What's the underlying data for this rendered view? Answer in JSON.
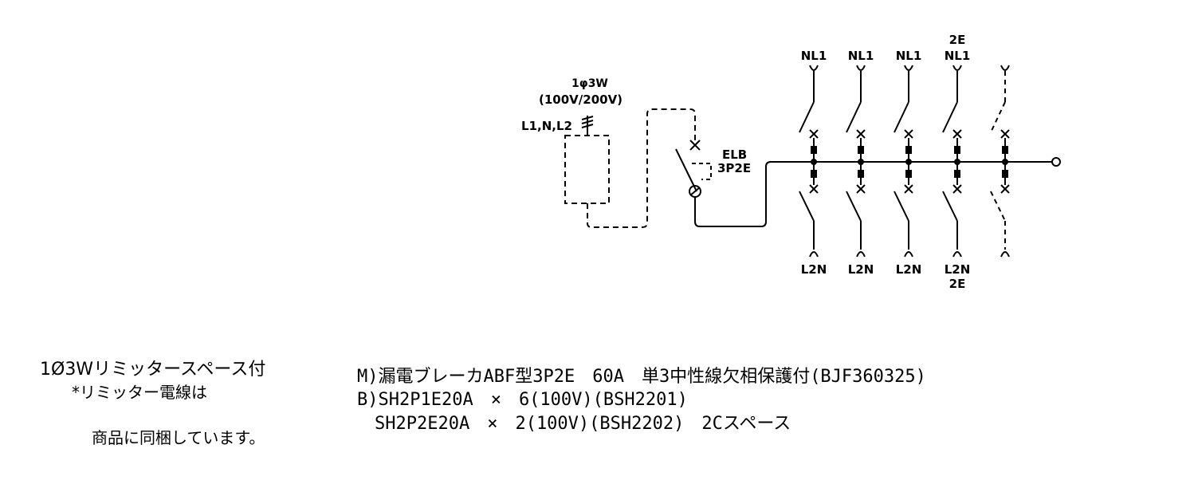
{
  "supply": {
    "phase": "1φ3W",
    "voltage": "(100V/200V)",
    "lines": "L1,N,L2"
  },
  "main_breaker": {
    "name": "ELB",
    "poles": "3P2E"
  },
  "branches": [
    {
      "top": "NL1",
      "top_extra": "",
      "bottom": "L2N",
      "bottom_extra": ""
    },
    {
      "top": "NL1",
      "top_extra": "",
      "bottom": "L2N",
      "bottom_extra": ""
    },
    {
      "top": "NL1",
      "top_extra": "",
      "bottom": "L2N",
      "bottom_extra": ""
    },
    {
      "top": "NL1",
      "top_extra": "2E",
      "bottom": "L2N",
      "bottom_extra": "2E"
    },
    {
      "top": "",
      "top_extra": "",
      "bottom": "",
      "bottom_extra": "",
      "space": true
    }
  ],
  "notes_left": [
    "1Ø3Wリミッタースペース付",
    "*リミッター電線は",
    "商品に同梱しています。"
  ],
  "notes_right": [
    "M)漏電ブレーカABF型3P2E　60A　単3中性線欠相保護付(BJF360325)",
    "B)SH2P1E20A　×　6(100V)(BSH2201)",
    "　SH2P2E20A　×　2(100V)(BSH2202)　2Cスペース"
  ]
}
